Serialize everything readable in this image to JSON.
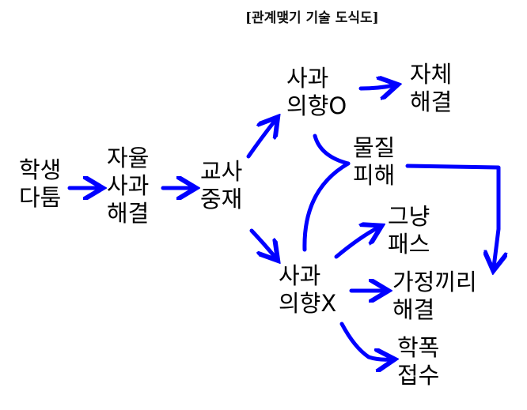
{
  "title": "[관계맺기 기술 도식도]",
  "nodes": {
    "student_conflict": [
      "학생",
      "다툼"
    ],
    "self_apology": [
      "자율",
      "사과",
      "해결"
    ],
    "teacher_mediation": [
      "교사",
      "중재"
    ],
    "apology_yes": [
      "사과",
      "의향O"
    ],
    "self_resolve": [
      "자체",
      "해결"
    ],
    "material_damage": [
      "물질",
      "피해"
    ],
    "just_pass": [
      "그냥",
      "패스"
    ],
    "apology_no": [
      "사과",
      "의향X"
    ],
    "family_resolve": [
      "가정끼리",
      "해결"
    ],
    "school_violence": [
      "학폭",
      "접수"
    ]
  },
  "colors": {
    "arrow": "#0000ff"
  }
}
